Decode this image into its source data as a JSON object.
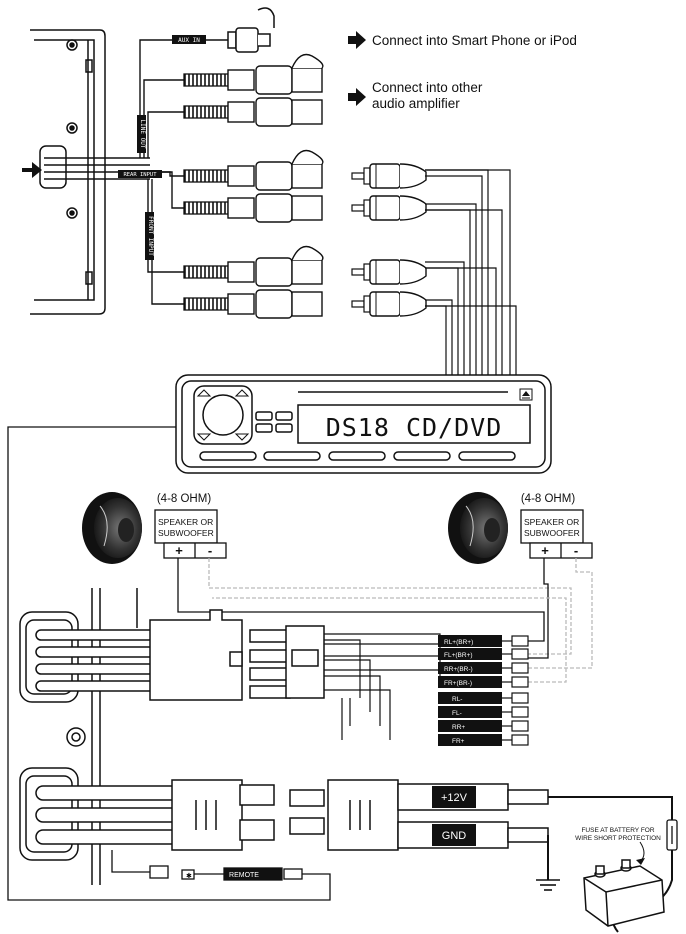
{
  "captions": {
    "smartphone": "Connect into Smart Phone or iPod",
    "amp_line1": "Connect into other",
    "amp_line2": "audio amplifier"
  },
  "cable_labels": {
    "aux_in": "AUX IN",
    "line_out": "LINE OUT",
    "rear_input": "REAR INPUT",
    "front_input": "FRONT INPUT"
  },
  "head_unit": {
    "display_text": "DS18 CD/DVD"
  },
  "speakers": [
    {
      "impedance": "(4-8 OHM)",
      "label_line1": "SPEAKER OR",
      "label_line2": "SUBWOOFER",
      "plus": "+",
      "minus": "-"
    },
    {
      "impedance": "(4-8 OHM)",
      "label_line1": "SPEAKER OR",
      "label_line2": "SUBWOOFER",
      "plus": "+",
      "minus": "-"
    }
  ],
  "speaker_wires": [
    "RL+(BR+)",
    "FL+(BR+)",
    "RR+(BR-)",
    "FR+(BR-)",
    "RL-",
    "FL-",
    "RR+",
    "FR+"
  ],
  "power": {
    "plus12": "+12V",
    "gnd": "GND",
    "remote": "REMOTE",
    "fuse_line1": "FUSE AT BATTERY FOR",
    "fuse_line2": "WIRE SHORT PROTECTION"
  },
  "icons": [
    "arrow-right-icon",
    "eject-icon",
    "ground-icon",
    "battery-icon",
    "speaker-icon",
    "fuse-icon"
  ]
}
